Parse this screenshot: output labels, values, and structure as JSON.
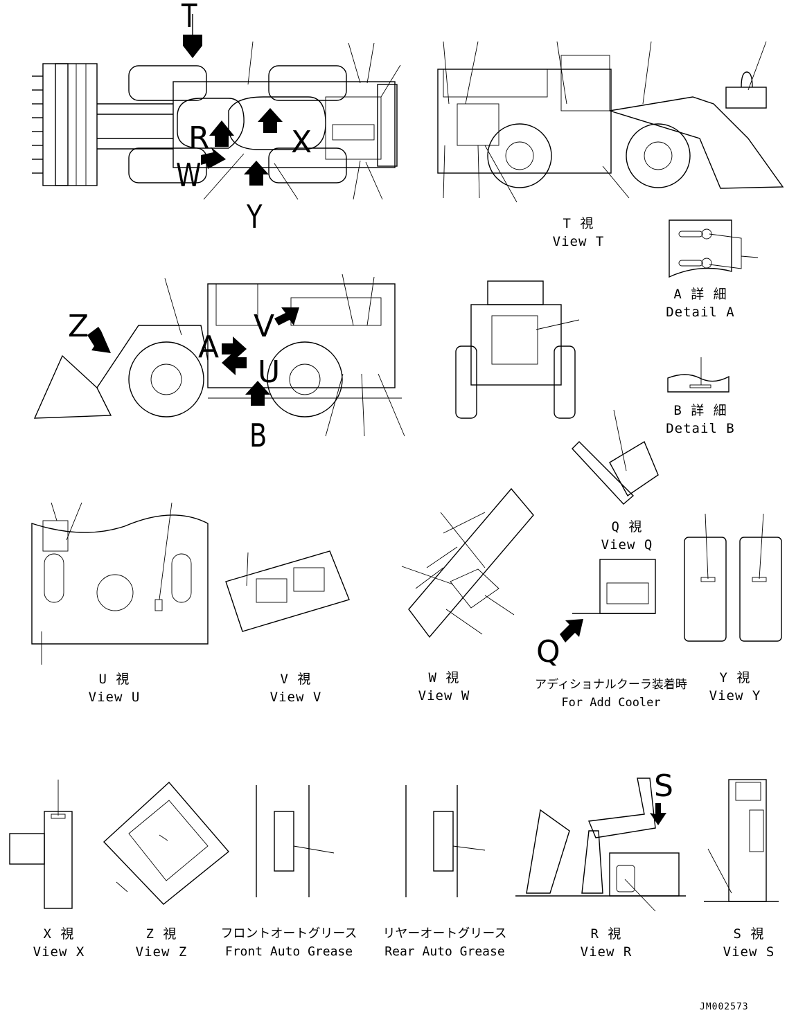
{
  "doc_code": "JM002573",
  "view_letters": {
    "t": "T",
    "r": "R",
    "x": "X",
    "w": "W",
    "y": "Y",
    "z": "Z",
    "a": "A",
    "v": "V",
    "u": "U",
    "b": "B",
    "q": "Q",
    "s": "S"
  },
  "captions": {
    "view_t": {
      "jp": "T 視",
      "en": "View T"
    },
    "detail_a": {
      "jp": "A 詳 細",
      "en": "Detail A"
    },
    "detail_b": {
      "jp": "B 詳 細",
      "en": "Detail B"
    },
    "view_q": {
      "jp": "Q 視",
      "en": "View Q"
    },
    "view_u": {
      "jp": "U 視",
      "en": "View U"
    },
    "view_v": {
      "jp": "V 視",
      "en": "View V"
    },
    "view_w": {
      "jp": "W 視",
      "en": "View W"
    },
    "add_cooler": {
      "jp": "アディショナルクーラ装着時",
      "en": "For Add Cooler"
    },
    "view_y": {
      "jp": "Y 視",
      "en": "View Y"
    },
    "view_x": {
      "jp": "X 視",
      "en": "View X"
    },
    "view_z": {
      "jp": "Z 視",
      "en": "View Z"
    },
    "front_grease": {
      "jp": "フロントオートグリース",
      "en": "Front Auto Grease"
    },
    "rear_grease": {
      "jp": "リヤーオートグリース",
      "en": "Rear Auto Grease"
    },
    "view_r": {
      "jp": "R 視",
      "en": "View R"
    },
    "view_s": {
      "jp": "S 視",
      "en": "View S"
    }
  }
}
